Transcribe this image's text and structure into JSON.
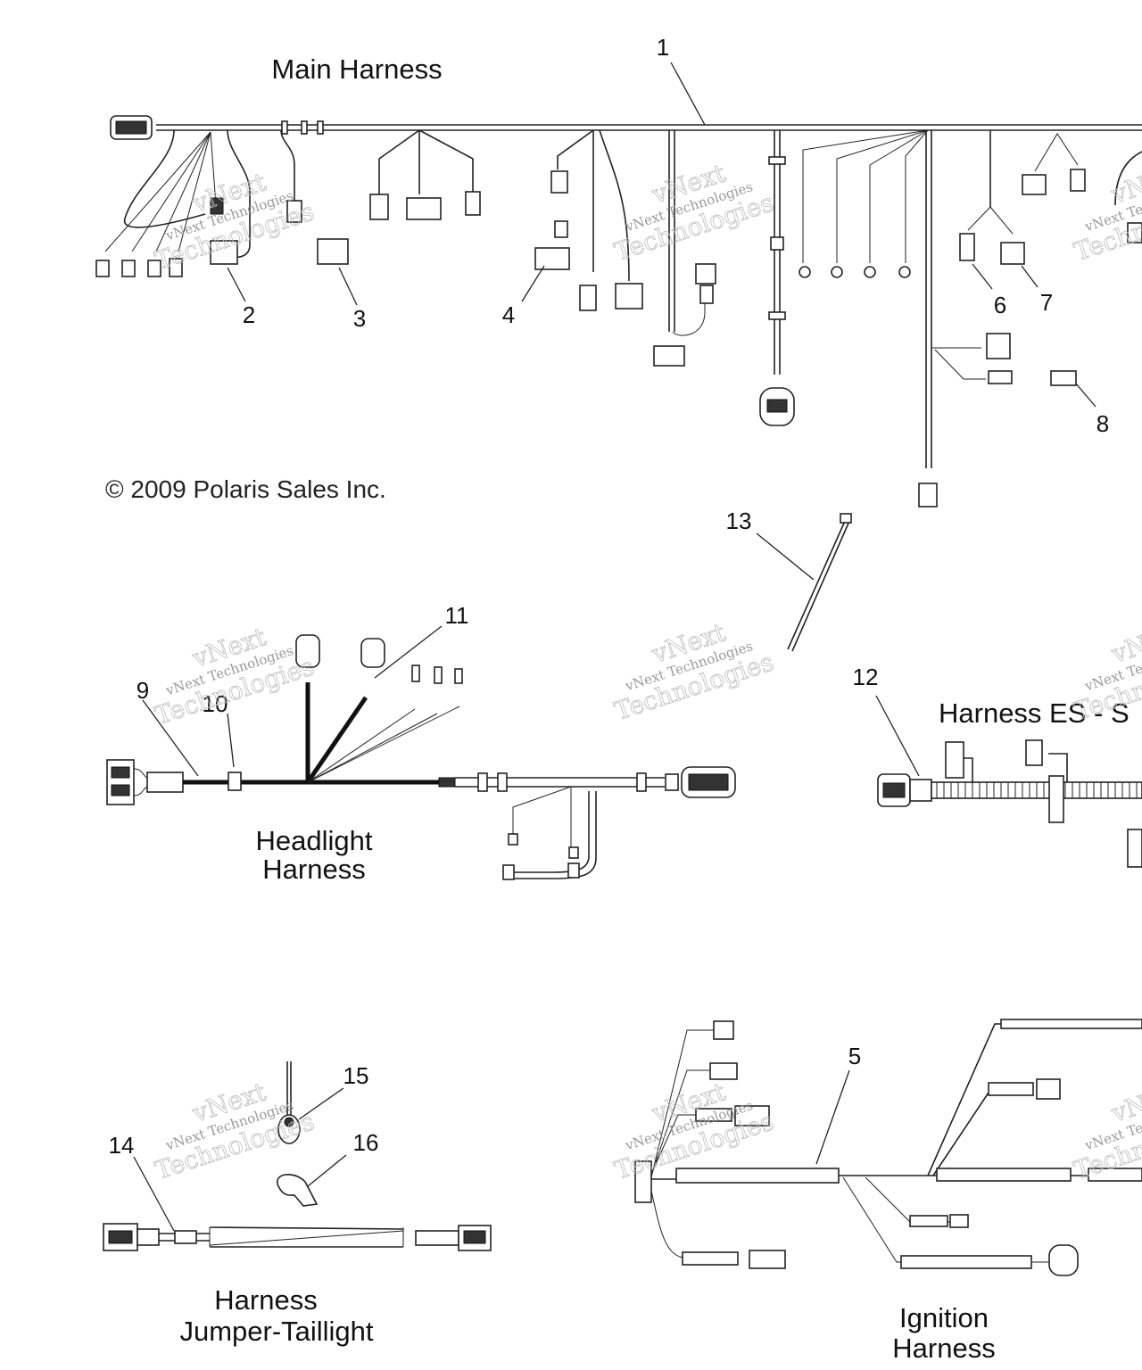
{
  "diagram": {
    "titles": {
      "main_harness": "Main Harness",
      "headlight_line1": "Headlight",
      "headlight_line2": "Harness",
      "harness_es": "Harness ES - S",
      "jumper_line1": "Harness",
      "jumper_line2": "Jumper-Taillight",
      "ignition_line1": "Ignition",
      "ignition_line2": "Harness"
    },
    "copyright": "© 2009 Polaris Sales Inc.",
    "callouts": [
      "1",
      "2",
      "3",
      "4",
      "5",
      "6",
      "7",
      "8",
      "9",
      "10",
      "11",
      "12",
      "13",
      "14",
      "15",
      "16"
    ],
    "watermark": {
      "line1": "vNext",
      "line2": "vNext Technologies",
      "line3": "Technologies"
    }
  }
}
